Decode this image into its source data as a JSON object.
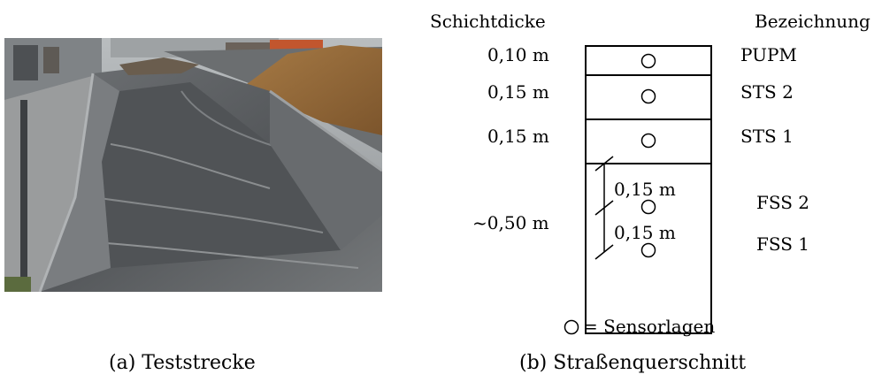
{
  "captions": {
    "left": "(a) Teststrecke",
    "right": "(b) Straßenquerschnitt"
  },
  "headers": {
    "thickness": "Schichtdicke",
    "designation": "Bezeichnung"
  },
  "layers": [
    {
      "thickness": "0,10 m",
      "name": "PUPM"
    },
    {
      "thickness": "0,15 m",
      "name": "STS 2"
    },
    {
      "thickness": "0,15 m",
      "name": "STS 1"
    }
  ],
  "subgrade": {
    "thickness": "~0,50 m",
    "spacing_upper": "0,15 m",
    "spacing_lower": "0,15 m",
    "sensors": [
      {
        "name": "FSS 2"
      },
      {
        "name": "FSS 1"
      }
    ]
  },
  "legend": {
    "text": "= Sensorlagen",
    "icon": "circle-icon"
  }
}
